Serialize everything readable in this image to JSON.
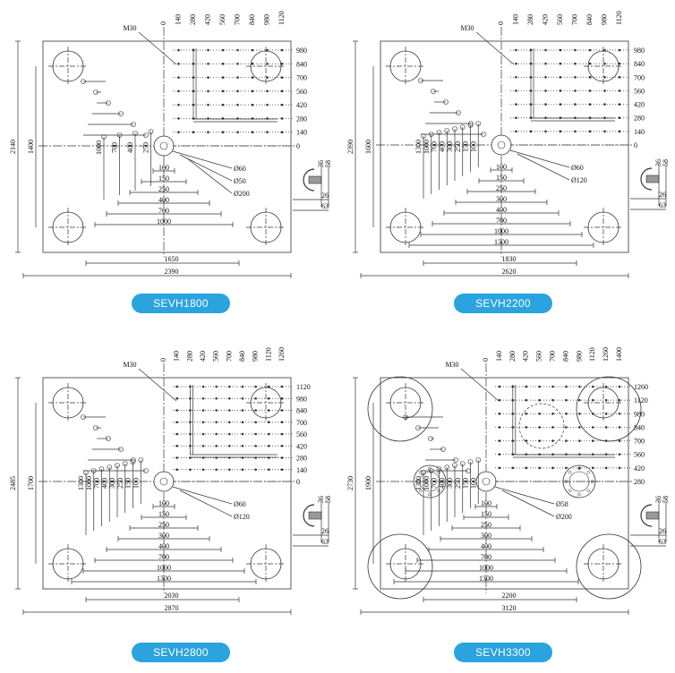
{
  "colors": {
    "line": "#333333",
    "badge": "#2aa3df",
    "badge_text": "#ffffff"
  },
  "panels": [
    {
      "id": "SEVH1800",
      "label": "SEVH1800",
      "bolt_label": "M30",
      "bolt_fractions": [
        0.18,
        0.5
      ],
      "top_ticks": [
        "0",
        "140",
        "280",
        "420",
        "560",
        "700",
        "840",
        "980",
        "1120"
      ],
      "right_ticks": [
        "980",
        "840",
        "700",
        "560",
        "420",
        "280",
        "140",
        "0"
      ],
      "left_ticks": [
        "1000",
        "700",
        "400",
        "250"
      ],
      "bottom_small": [
        "100",
        "150",
        "250",
        "400",
        "700",
        "1000"
      ],
      "bottom_large": [
        "1650",
        "2390"
      ],
      "outer_vertical": "2140",
      "inner_vertical": "1400",
      "hole_labels": [
        "Ø60",
        "Ø50",
        "Ø200"
      ],
      "section_top": [
        "36",
        "58"
      ],
      "section_bottom": [
        "26",
        "63"
      ]
    },
    {
      "id": "SEVH2200",
      "label": "SEVH2200",
      "bolt_label": "M30",
      "bolt_fractions": [
        0.2,
        0.45
      ],
      "top_ticks": [
        "0",
        "140",
        "280",
        "420",
        "560",
        "700",
        "840",
        "980",
        "1120"
      ],
      "right_ticks": [
        "980",
        "840",
        "700",
        "560",
        "420",
        "280",
        "140",
        "0"
      ],
      "left_ticks": [
        "1300",
        "1000",
        "700",
        "400",
        "300",
        "250",
        "150",
        "100"
      ],
      "bottom_small": [
        "100",
        "150",
        "250",
        "300",
        "400",
        "700",
        "1000",
        "1300"
      ],
      "bottom_large": [
        "1830",
        "2620"
      ],
      "outer_vertical": "2390",
      "inner_vertical": "1600",
      "hole_labels": [
        "Ø60",
        "Ø120"
      ],
      "section_top": [
        "36",
        "58"
      ],
      "section_bottom": [
        "26",
        "63"
      ]
    },
    {
      "id": "SEVH2800",
      "label": "SEVH2800",
      "bolt_label": "M30",
      "bolt_fractions": [
        0.2,
        0.5
      ],
      "top_ticks": [
        "0",
        "140",
        "280",
        "420",
        "560",
        "700",
        "840",
        "980",
        "1120",
        "1260"
      ],
      "right_ticks": [
        "1120",
        "980",
        "840",
        "700",
        "560",
        "420",
        "280",
        "140",
        "0"
      ],
      "left_ticks": [
        "1300",
        "1000",
        "700",
        "400",
        "300",
        "250",
        "150",
        "100"
      ],
      "bottom_small": [
        "100",
        "150",
        "250",
        "300",
        "400",
        "700",
        "1000",
        "1300"
      ],
      "bottom_large": [
        "2030",
        "2870"
      ],
      "outer_vertical": "2485",
      "inner_vertical": "1700",
      "hole_labels": [
        "Ø60",
        "Ø120"
      ],
      "section_top": [
        "36",
        "58"
      ],
      "section_bottom": [
        "26",
        "63"
      ]
    },
    {
      "id": "SEVH3300",
      "label": "SEVH3300",
      "bolt_label": "M30",
      "bolt_fractions": [
        0.2,
        0.45
      ],
      "top_ticks": [
        "0",
        "140",
        "280",
        "420",
        "560",
        "700",
        "840",
        "980",
        "1120",
        "1260",
        "1400"
      ],
      "right_ticks": [
        "1260",
        "1120",
        "980",
        "840",
        "700",
        "560",
        "420",
        "280"
      ],
      "left_ticks": [
        "1300",
        "1000",
        "700",
        "400",
        "300",
        "250",
        "150",
        "100"
      ],
      "bottom_small": [
        "100",
        "150",
        "250",
        "300",
        "400",
        "700",
        "1000",
        "1300"
      ],
      "bottom_large": [
        "2200",
        "3120"
      ],
      "outer_vertical": "2730",
      "inner_vertical": "1900",
      "hole_labels": [
        "Ø58",
        "Ø200"
      ],
      "section_top": [
        "36",
        "58"
      ],
      "section_bottom": [
        "26",
        "63"
      ]
    }
  ]
}
